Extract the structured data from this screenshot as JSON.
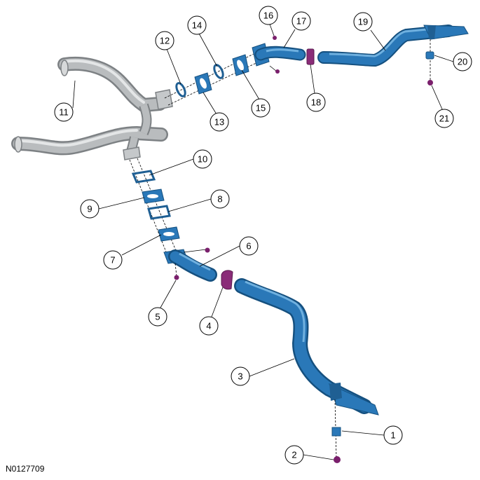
{
  "figure_id": "N0127709",
  "colors": {
    "pipe_gray": "#b3b6b8",
    "pipe_gray_dark": "#7d8184",
    "pipe_blue": "#2a78b8",
    "pipe_blue_dark": "#15507f",
    "clamp_purple": "#8a2c78",
    "fastener_purple": "#7a1f6c",
    "line": "#000000"
  },
  "callouts": [
    {
      "id": "c1",
      "label": "1"
    },
    {
      "id": "c2",
      "label": "2"
    },
    {
      "id": "c3",
      "label": "3"
    },
    {
      "id": "c4",
      "label": "4"
    },
    {
      "id": "c5",
      "label": "5"
    },
    {
      "id": "c6",
      "label": "6"
    },
    {
      "id": "c7",
      "label": "7"
    },
    {
      "id": "c8",
      "label": "8"
    },
    {
      "id": "c9",
      "label": "9"
    },
    {
      "id": "c10",
      "label": "10"
    },
    {
      "id": "c11",
      "label": "11"
    },
    {
      "id": "c12",
      "label": "12"
    },
    {
      "id": "c13",
      "label": "13"
    },
    {
      "id": "c14",
      "label": "14"
    },
    {
      "id": "c15",
      "label": "15"
    },
    {
      "id": "c16",
      "label": "16"
    },
    {
      "id": "c17",
      "label": "17"
    },
    {
      "id": "c18",
      "label": "18"
    },
    {
      "id": "c19",
      "label": "19"
    },
    {
      "id": "c20",
      "label": "20"
    },
    {
      "id": "c21",
      "label": "21"
    }
  ]
}
